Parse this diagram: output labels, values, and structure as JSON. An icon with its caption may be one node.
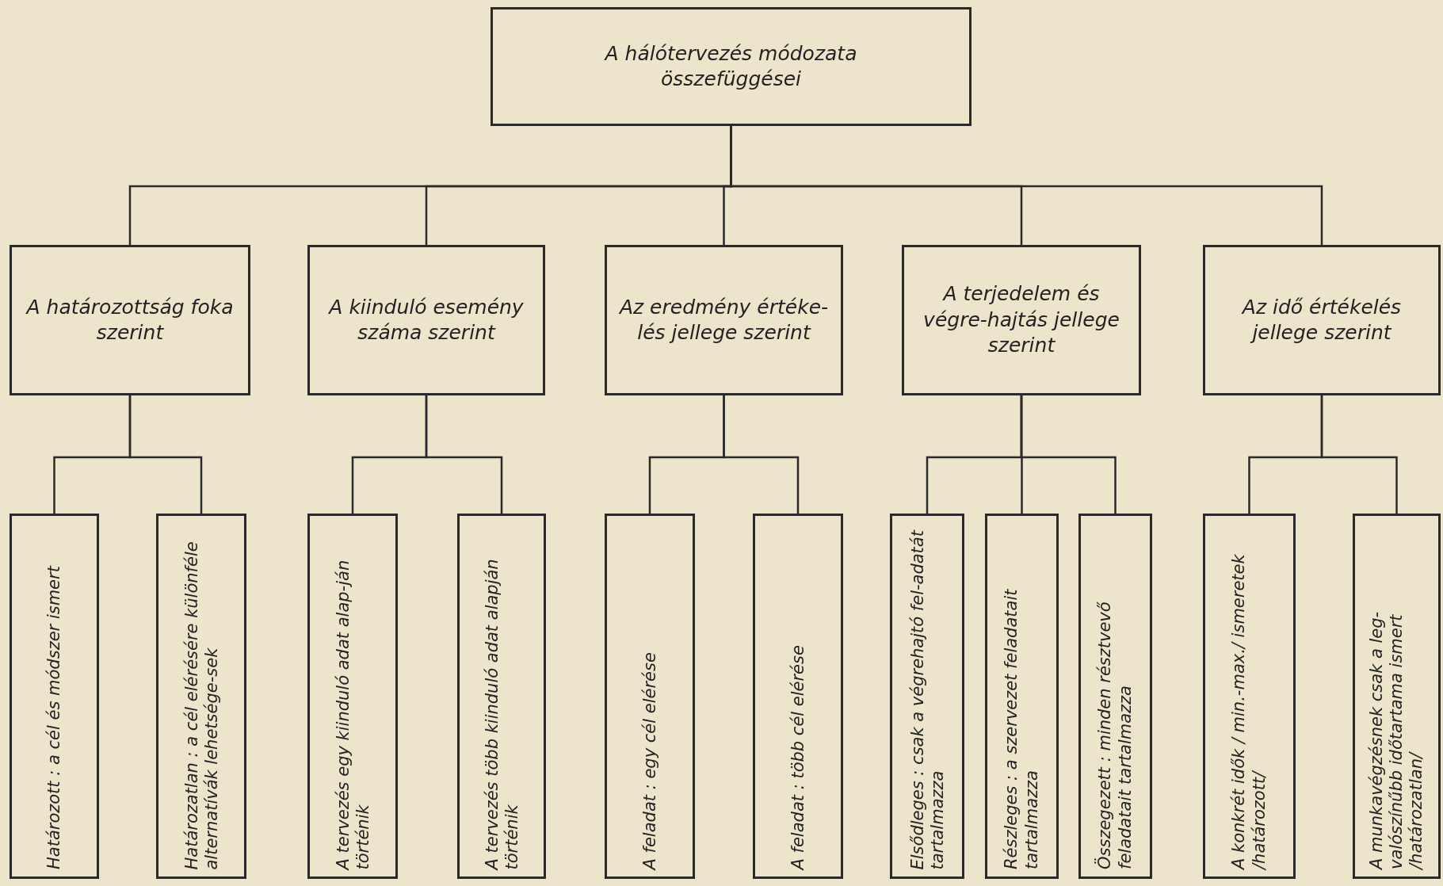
{
  "diagram": {
    "nodes": [
      {
        "text": [
          "A hálótervezés módozata összefüggései"
        ]
      },
      {
        "text": [
          "A határozottság foka szerint"
        ]
      },
      {
        "text": [
          "A kiinduló esemény száma szerint"
        ]
      },
      {
        "text": [
          "Az eredmény értéke-lés jellege szerint"
        ]
      },
      {
        "text": [
          "A terjedelem és végre-hajtás jellege szerint"
        ]
      },
      {
        "text": [
          "Az idő értékelés jellege szerint"
        ]
      },
      {
        "text": [
          "Határozott : a cél és módszer ismert"
        ]
      },
      {
        "text": [
          "Határozatlan : a cél elérésére különféle alternatívák lehetsége-sek"
        ]
      },
      {
        "text": [
          "A tervezés egy kiinduló adat alap-ján történik"
        ]
      },
      {
        "text": [
          "A tervezés több kiinduló adat alapján történik"
        ]
      },
      {
        "text": [
          "A feladat : egy cél elérése"
        ]
      },
      {
        "text": [
          "A feladat : több cél elérése"
        ]
      },
      {
        "text": [
          "Elsődleges : csak a végrehajtó fel-adatát tartalmazza"
        ]
      },
      {
        "text": [
          "Részleges : a szervezet feladatait tartalmazza"
        ]
      },
      {
        "text": [
          "Összegezett : minden résztvevő feladatait tartalmazza"
        ]
      },
      {
        "text": [
          "A konkrét idők / min.-max./ ismeretek /határozott/"
        ]
      },
      {
        "text": [
          "A munkavégzésnek csak a leg-valószínűbb időtartama ismert /határozatlan/"
        ]
      }
    ],
    "edges": [
      {
        "from": 0,
        "to": 1,
        "arrow": "none"
      },
      {
        "from": 0,
        "to": 2,
        "arrow": "none"
      },
      {
        "from": 0,
        "to": 3,
        "arrow": "none"
      },
      {
        "from": 0,
        "to": 4,
        "arrow": "none"
      },
      {
        "from": 0,
        "to": 5,
        "arrow": "none"
      },
      {
        "from": 1,
        "to": 6,
        "arrow": "none"
      },
      {
        "from": 1,
        "to": 7,
        "arrow": "none"
      },
      {
        "from": 2,
        "to": 8,
        "arrow": "none"
      },
      {
        "from": 2,
        "to": 9,
        "arrow": "none"
      },
      {
        "from": 3,
        "to": 10,
        "arrow": "none"
      },
      {
        "from": 3,
        "to": 11,
        "arrow": "none"
      },
      {
        "from": 4,
        "to": 12,
        "arrow": "none"
      },
      {
        "from": 4,
        "to": 13,
        "arrow": "none"
      },
      {
        "from": 4,
        "to": 14,
        "arrow": "none"
      },
      {
        "from": 5,
        "to": 15,
        "arrow": "none"
      },
      {
        "from": 5,
        "to": 16,
        "arrow": "none"
      }
    ]
  }
}
